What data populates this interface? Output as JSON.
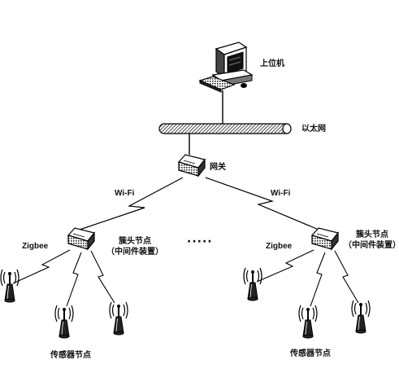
{
  "labels": {
    "host": "上位机",
    "ethernet": "以太网",
    "gateway": "网关",
    "wifi_left": "Wi-Fi",
    "wifi_right": "Wi-Fi",
    "cluster_left": "簇头节点",
    "cluster_left_sub": "（中间件装置）",
    "cluster_right": "簇头节点",
    "cluster_right_sub": "（中间件装置）",
    "zigbee_left": "Zigbee",
    "zigbee_right": "Zigbee",
    "ellipsis": "·····",
    "sensor_left": "传感器节点",
    "sensor_right": "传感器节点"
  }
}
